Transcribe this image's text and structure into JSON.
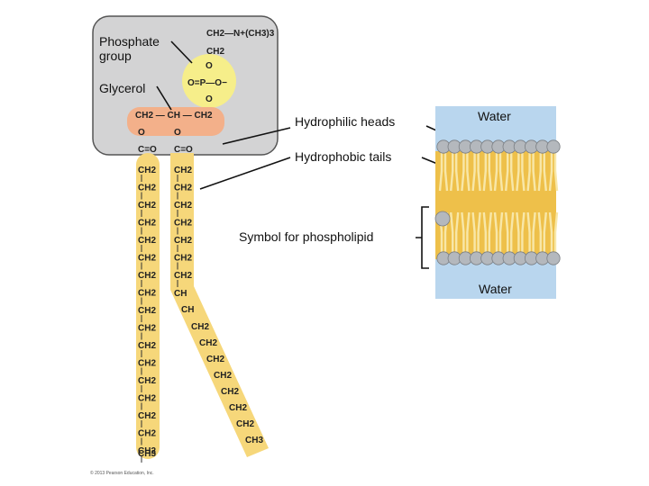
{
  "labels": {
    "phosphate_group": [
      "Phosphate",
      "group"
    ],
    "glycerol": "Glycerol",
    "hydrophilic_heads": "Hydrophilic heads",
    "hydrophobic_tails": "Hydrophobic tails",
    "symbol_for_phospholipid": "Symbol for phospholipid",
    "water_top": "Water",
    "water_bottom": "Water"
  },
  "chem": {
    "choline": "CH2—N+(CH3)3",
    "ch2": "CH2",
    "o": "O",
    "p_row": "O=P—O−",
    "glycerol_row": "CH2 — CH — CH2",
    "ester": "C=O",
    "ch": "CH",
    "ch3": "CH3"
  },
  "copyright": "© 2013 Pearson Education, Inc.",
  "colors": {
    "head_box": "#d3d3d4",
    "phosphate": "#f6ee8a",
    "glycerol": "#f3b08a",
    "tail": "#f6d77a",
    "water": "#b9d6ee",
    "membrane": "#eec04a",
    "head_bead": "#b4b8bd"
  }
}
